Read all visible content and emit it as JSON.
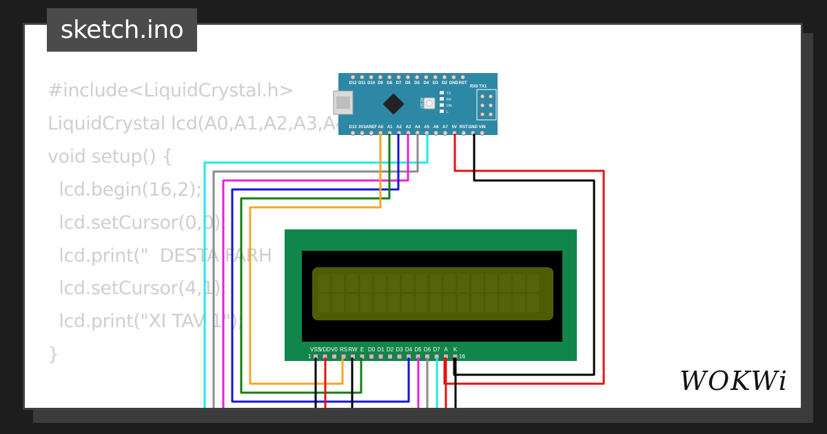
{
  "file_tab": {
    "name": "sketch.ino"
  },
  "code_lines": [
    "#include<LiquidCrystal.h>",
    "",
    "LiquidCrystal lcd(A0,A1,A2,A3,A4,A5);",
    "",
    "void setup() {",
    "  lcd.begin(16,2);",
    "  lcd.setCursor(0,0);",
    "  lcd.print(\"  DESTA FARH",
    "  lcd.setCursor(4,1);",
    "  lcd.print(\"XI TAV 1\");",
    "}"
  ],
  "arduino": {
    "top_pins": [
      "D12",
      "D11",
      "D10",
      "D9",
      "D8",
      "D7",
      "D6",
      "D5",
      "D4",
      "D3",
      "D2",
      "GND",
      "RST"
    ],
    "rx_tx_label": "RX0 TX1",
    "bottom_pins": [
      "D13",
      "3V3",
      "AREF",
      "A0",
      "A1",
      "A2",
      "A3",
      "A4",
      "A5",
      "A6",
      "A7",
      "5V",
      "RST",
      "GND",
      "VIN"
    ],
    "reset_label": "RESET",
    "led_labels": [
      "TX",
      "RX",
      "ON",
      "L"
    ]
  },
  "lcd": {
    "pin_labels": [
      "VSS",
      "VDD",
      "V0",
      "RS",
      "RW",
      "E",
      "D0",
      "D1",
      "D2",
      "D3",
      "D4",
      "D5",
      "D6",
      "D7",
      "A",
      "K"
    ],
    "pin_first": "1",
    "pin_last": "16"
  },
  "brand": {
    "logo_text": "WOKWi"
  },
  "colors": {
    "wire_cyan": "#1ee8f0",
    "wire_gray": "#8a8a8a",
    "wire_magenta": "#e81ee0",
    "wire_blue": "#1414d8",
    "wire_green": "#0f7f0f",
    "wire_orange": "#f5a623",
    "wire_red": "#e31212",
    "wire_black": "#000000",
    "board_teal": "#2d88a6",
    "lcd_pcb": "#11864a",
    "lcd_screen": "#4e5c04"
  }
}
